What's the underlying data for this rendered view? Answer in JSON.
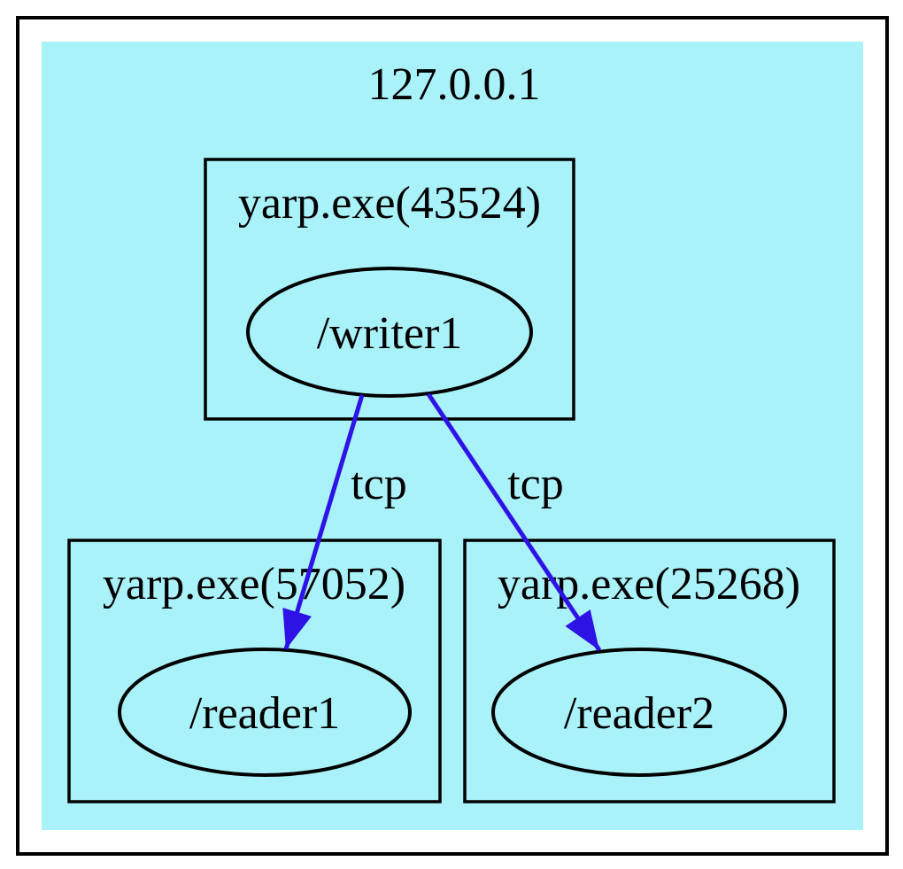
{
  "diagram": {
    "host_label": "127.0.0.1",
    "processes": [
      {
        "label": "yarp.exe(43524)",
        "ports": [
          {
            "label": "/writer1"
          }
        ]
      },
      {
        "label": "yarp.exe(57052)",
        "ports": [
          {
            "label": "/reader1"
          }
        ]
      },
      {
        "label": "yarp.exe(25268)",
        "ports": [
          {
            "label": "/reader2"
          }
        ]
      }
    ],
    "connections": [
      {
        "from": "/writer1",
        "to": "/reader1",
        "protocol": "tcp"
      },
      {
        "from": "/writer1",
        "to": "/reader2",
        "protocol": "tcp"
      }
    ],
    "colors": {
      "page_background": "#ffffff",
      "host_background": "#aaf2fa",
      "edge": "#2e13e6",
      "node_border": "#000000",
      "text": "#000000"
    }
  }
}
